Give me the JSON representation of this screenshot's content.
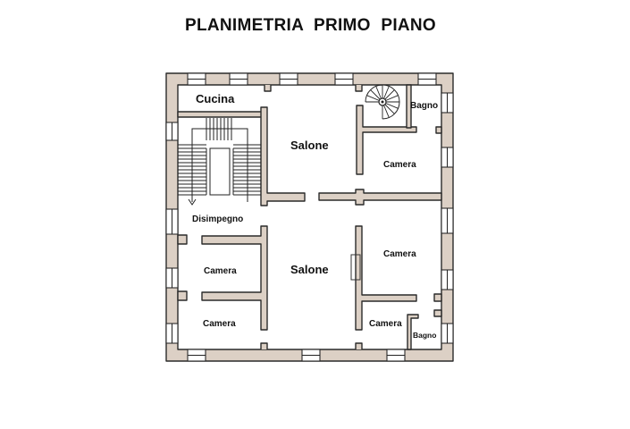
{
  "title": "PLANIMETRIA  PRIMO  PIANO",
  "colors": {
    "wall_fill": "#dcd0c5",
    "wall_stroke": "#2a2a2a",
    "background": "#ffffff"
  },
  "rooms": {
    "cucina": "Cucina",
    "salone_top": "Salone",
    "camera_top_right": "Camera",
    "bagno_top_right": "Bagno",
    "disimpegno": "Disimpegno",
    "camera_left_mid": "Camera",
    "camera_left_bottom": "Camera",
    "salone_bottom": "Salone",
    "camera_right_mid": "Camera",
    "camera_bottom_right": "Camera",
    "bagno_bottom_right": "Bagno"
  },
  "features": {
    "main_staircase": "stair-icon",
    "spiral_staircase": "spiral-stair-icon",
    "windows": "window-icon",
    "stair_direction_arrow": "arrow-down-icon"
  }
}
